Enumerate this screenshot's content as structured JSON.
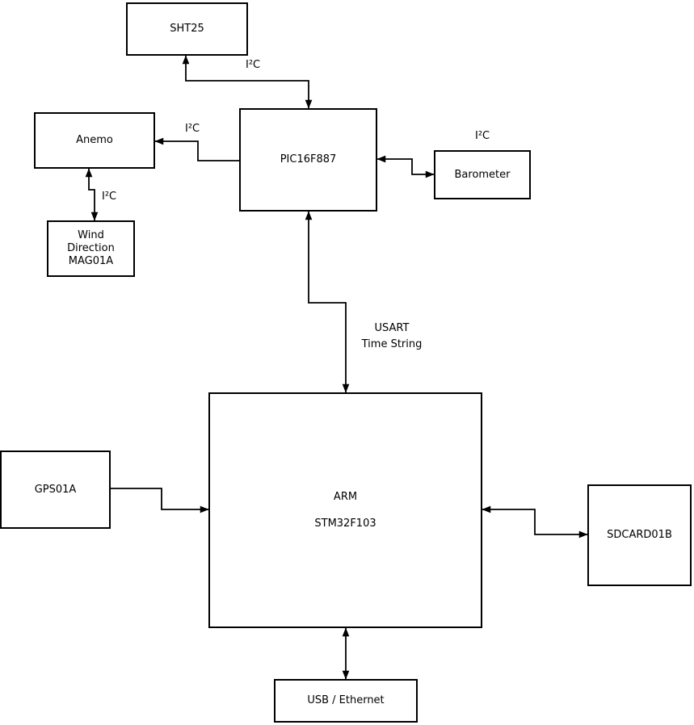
{
  "diagram": {
    "colors": {
      "line": "#000000",
      "box_fill": "#ffffff",
      "text": "#000000",
      "background": "#ffffff"
    },
    "nodes": {
      "sht25": {
        "label": "SHT25"
      },
      "anemo": {
        "label": "Anemo"
      },
      "pic16f887": {
        "label": "PIC16F887"
      },
      "barometer": {
        "label": "Barometer"
      },
      "wind_direction": {
        "label": "Wind\nDirection\nMAG01A"
      },
      "arm": {
        "label_line1": "ARM",
        "label_line2": "STM32F103"
      },
      "gps01a": {
        "label": "GPS01A"
      },
      "sdcard01b": {
        "label": "SDCARD01B"
      },
      "usb_ethernet": {
        "label": "USB / Ethernet"
      }
    },
    "edge_labels": {
      "i2c_sht25": "I²C",
      "i2c_anemo": "I²C",
      "i2c_wind": "I²C",
      "i2c_barometer": "I²C",
      "usart_line1": "USART",
      "usart_line2": "Time String"
    }
  }
}
